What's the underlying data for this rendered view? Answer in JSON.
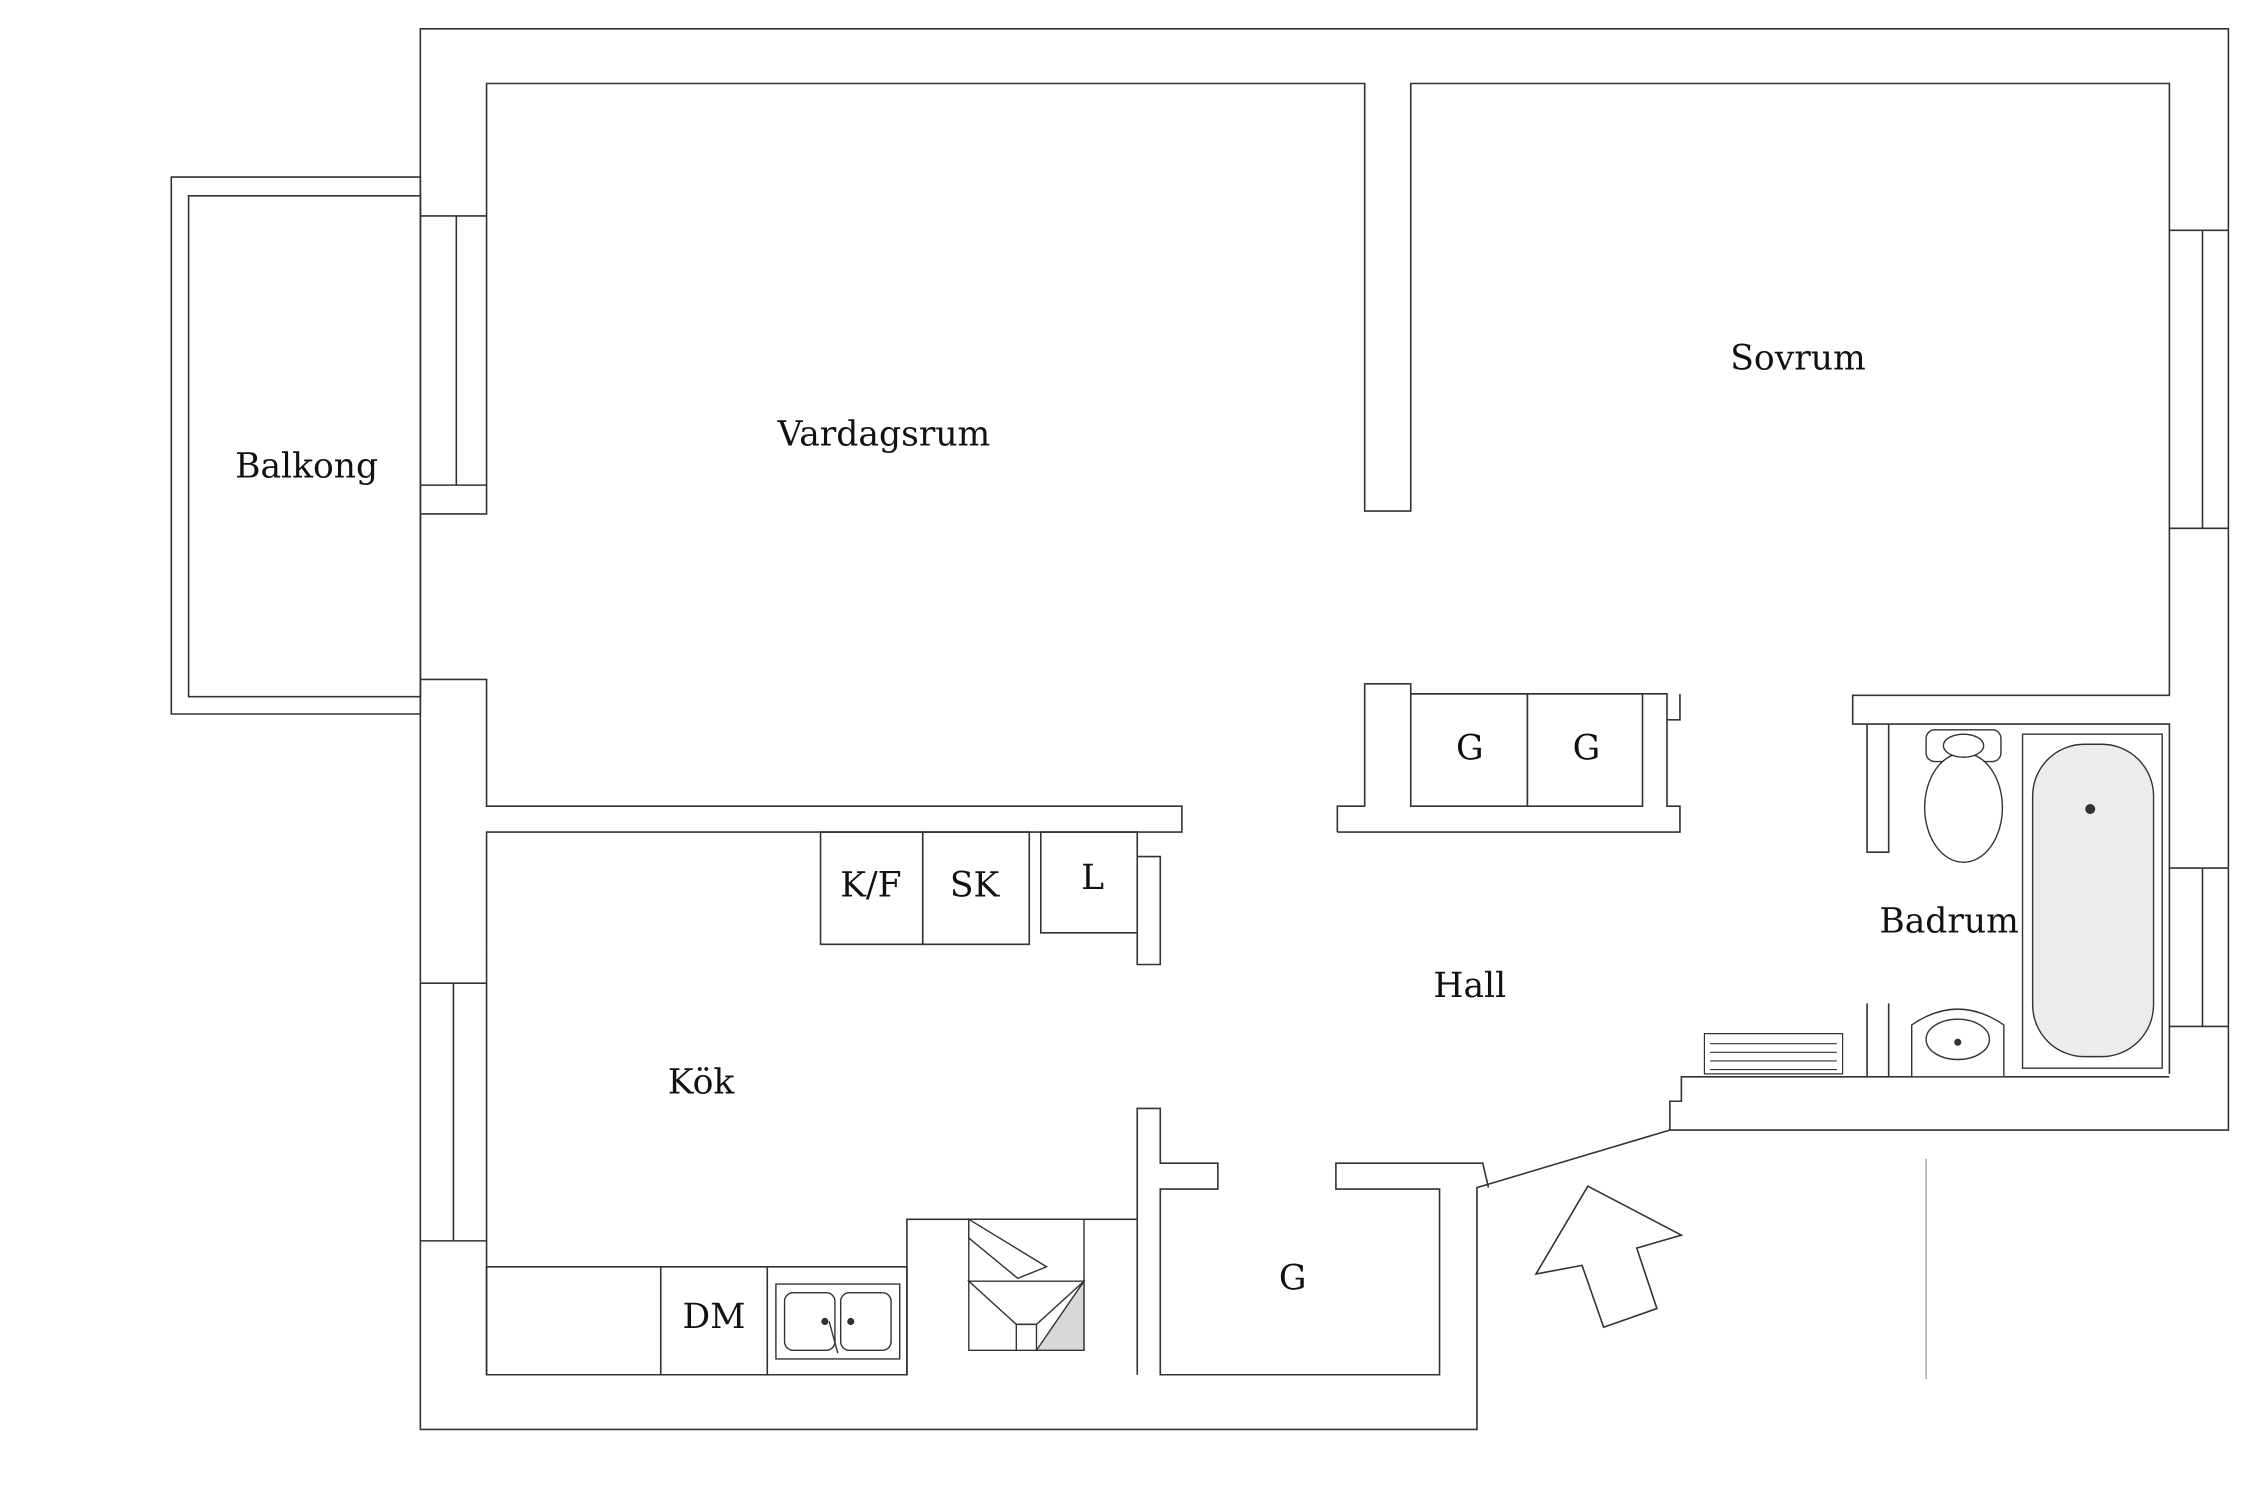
{
  "rooms": {
    "balkong": "Balkong",
    "vardagsrum": "Vardagsrum",
    "sovrum": "Sovrum",
    "kok": "Kök",
    "hall": "Hall",
    "badrum": "Badrum"
  },
  "fixtures": {
    "wardrobe_hall_1": "G",
    "wardrobe_hall_2": "G",
    "fridge_freezer": "K/F",
    "cabinet": "SK",
    "closet": "L",
    "dishwasher": "DM",
    "wardrobe_entry": "G"
  },
  "icons": [
    "entrance-arrow-icon",
    "toilet-icon",
    "bathtub-icon",
    "washbasin-icon",
    "double-sink-icon",
    "stove-hood-icon",
    "radiator-icon"
  ],
  "colors": {
    "line": "#333333",
    "fill": "#ffffff",
    "fixture_grey": "#d8d8d8"
  }
}
